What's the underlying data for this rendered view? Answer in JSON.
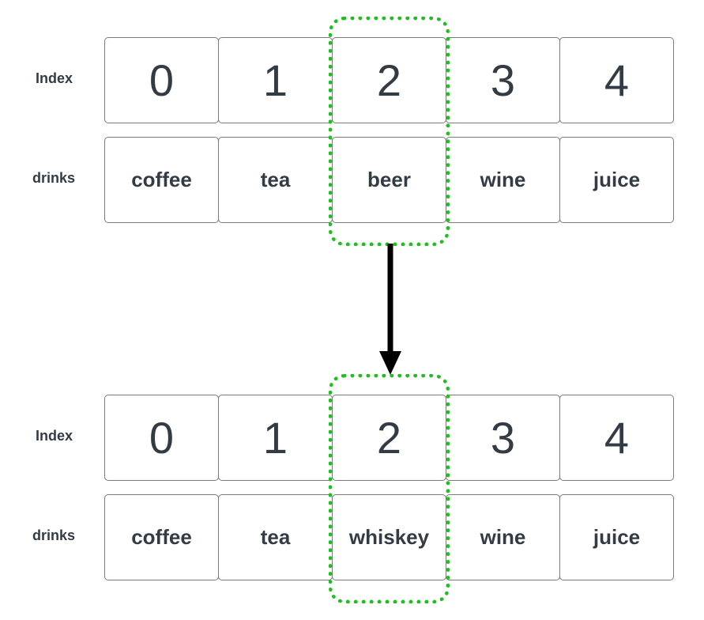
{
  "before": {
    "index_label": "Index",
    "drinks_label": "drinks",
    "indices": [
      "0",
      "1",
      "2",
      "3",
      "4"
    ],
    "drinks": [
      "coffee",
      "tea",
      "beer",
      "wine",
      "juice"
    ]
  },
  "after": {
    "index_label": "Index",
    "drinks_label": "drinks",
    "indices": [
      "0",
      "1",
      "2",
      "3",
      "4"
    ],
    "drinks": [
      "coffee",
      "tea",
      "whiskey",
      "wine",
      "juice"
    ]
  },
  "highlighted_index": 2,
  "colors": {
    "highlight": "#1fbf1f",
    "arrow": "#000000",
    "text": "#333b44",
    "border": "#7a7a7a"
  }
}
